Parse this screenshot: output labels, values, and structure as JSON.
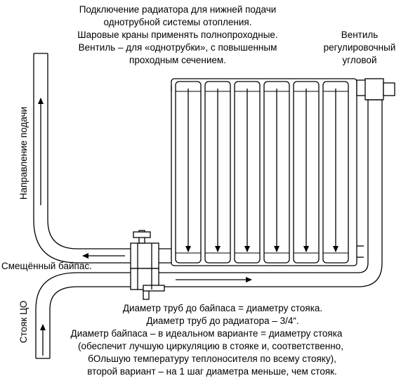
{
  "title_lines": [
    "Подключение радиатора для нижней подачи",
    "однотрубной системы отопления.",
    "Шаровые краны применять полнопроходные.",
    "Вентиль – для «однотрубки», с повышенным",
    "проходным сечением."
  ],
  "valve_label_lines": [
    "Вентиль",
    "регулировочный",
    "угловой"
  ],
  "supply_direction_label": "Направление подачи",
  "riser_label": "Стояк ЦО",
  "bypass_label": "Смещённый байпас.",
  "notes": [
    "Диаметр труб до байпаса = диаметру стояка.",
    "Диаметр труб до радиатора – 3/4“.",
    "Диаметр байпаса – в идеальном варианте = диаметру стояка",
    "(обеспечит лучшую циркуляцию в стояке и, соответственно,",
    "бОльшую температуру теплоносителя по всему стояку),",
    "второй вариант – на 1 шаг диаметра меньше, чем стояк."
  ],
  "radiator": {
    "sections": 6
  },
  "colors": {
    "stroke": "#000000",
    "background": "#ffffff"
  }
}
